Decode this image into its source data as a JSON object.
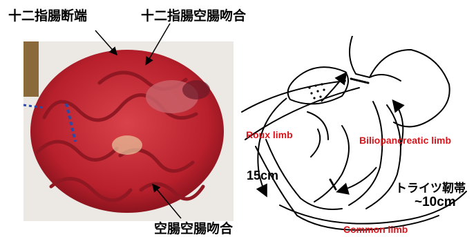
{
  "labels": {
    "duodenal_stump": "十二指腸断端",
    "duodenojejunal_anastomosis": "十二指腸空腸吻合",
    "jejunojejunal_anastomosis": "空腸空腸吻合",
    "roux_limb": "Roux limb",
    "roux_length": "15cm",
    "biliopancreatic_limb": "Biliopancreatic limb",
    "treitz_ligament": "トライツ靭帯",
    "treitz_length": "~10cm",
    "common_limb": "Common limb"
  },
  "colors": {
    "accent_red": "#d9141a",
    "tissue_red": "#b8202c",
    "tissue_dark": "#7a0f18",
    "fur_white": "#ece8e3",
    "line_black": "#000000"
  }
}
